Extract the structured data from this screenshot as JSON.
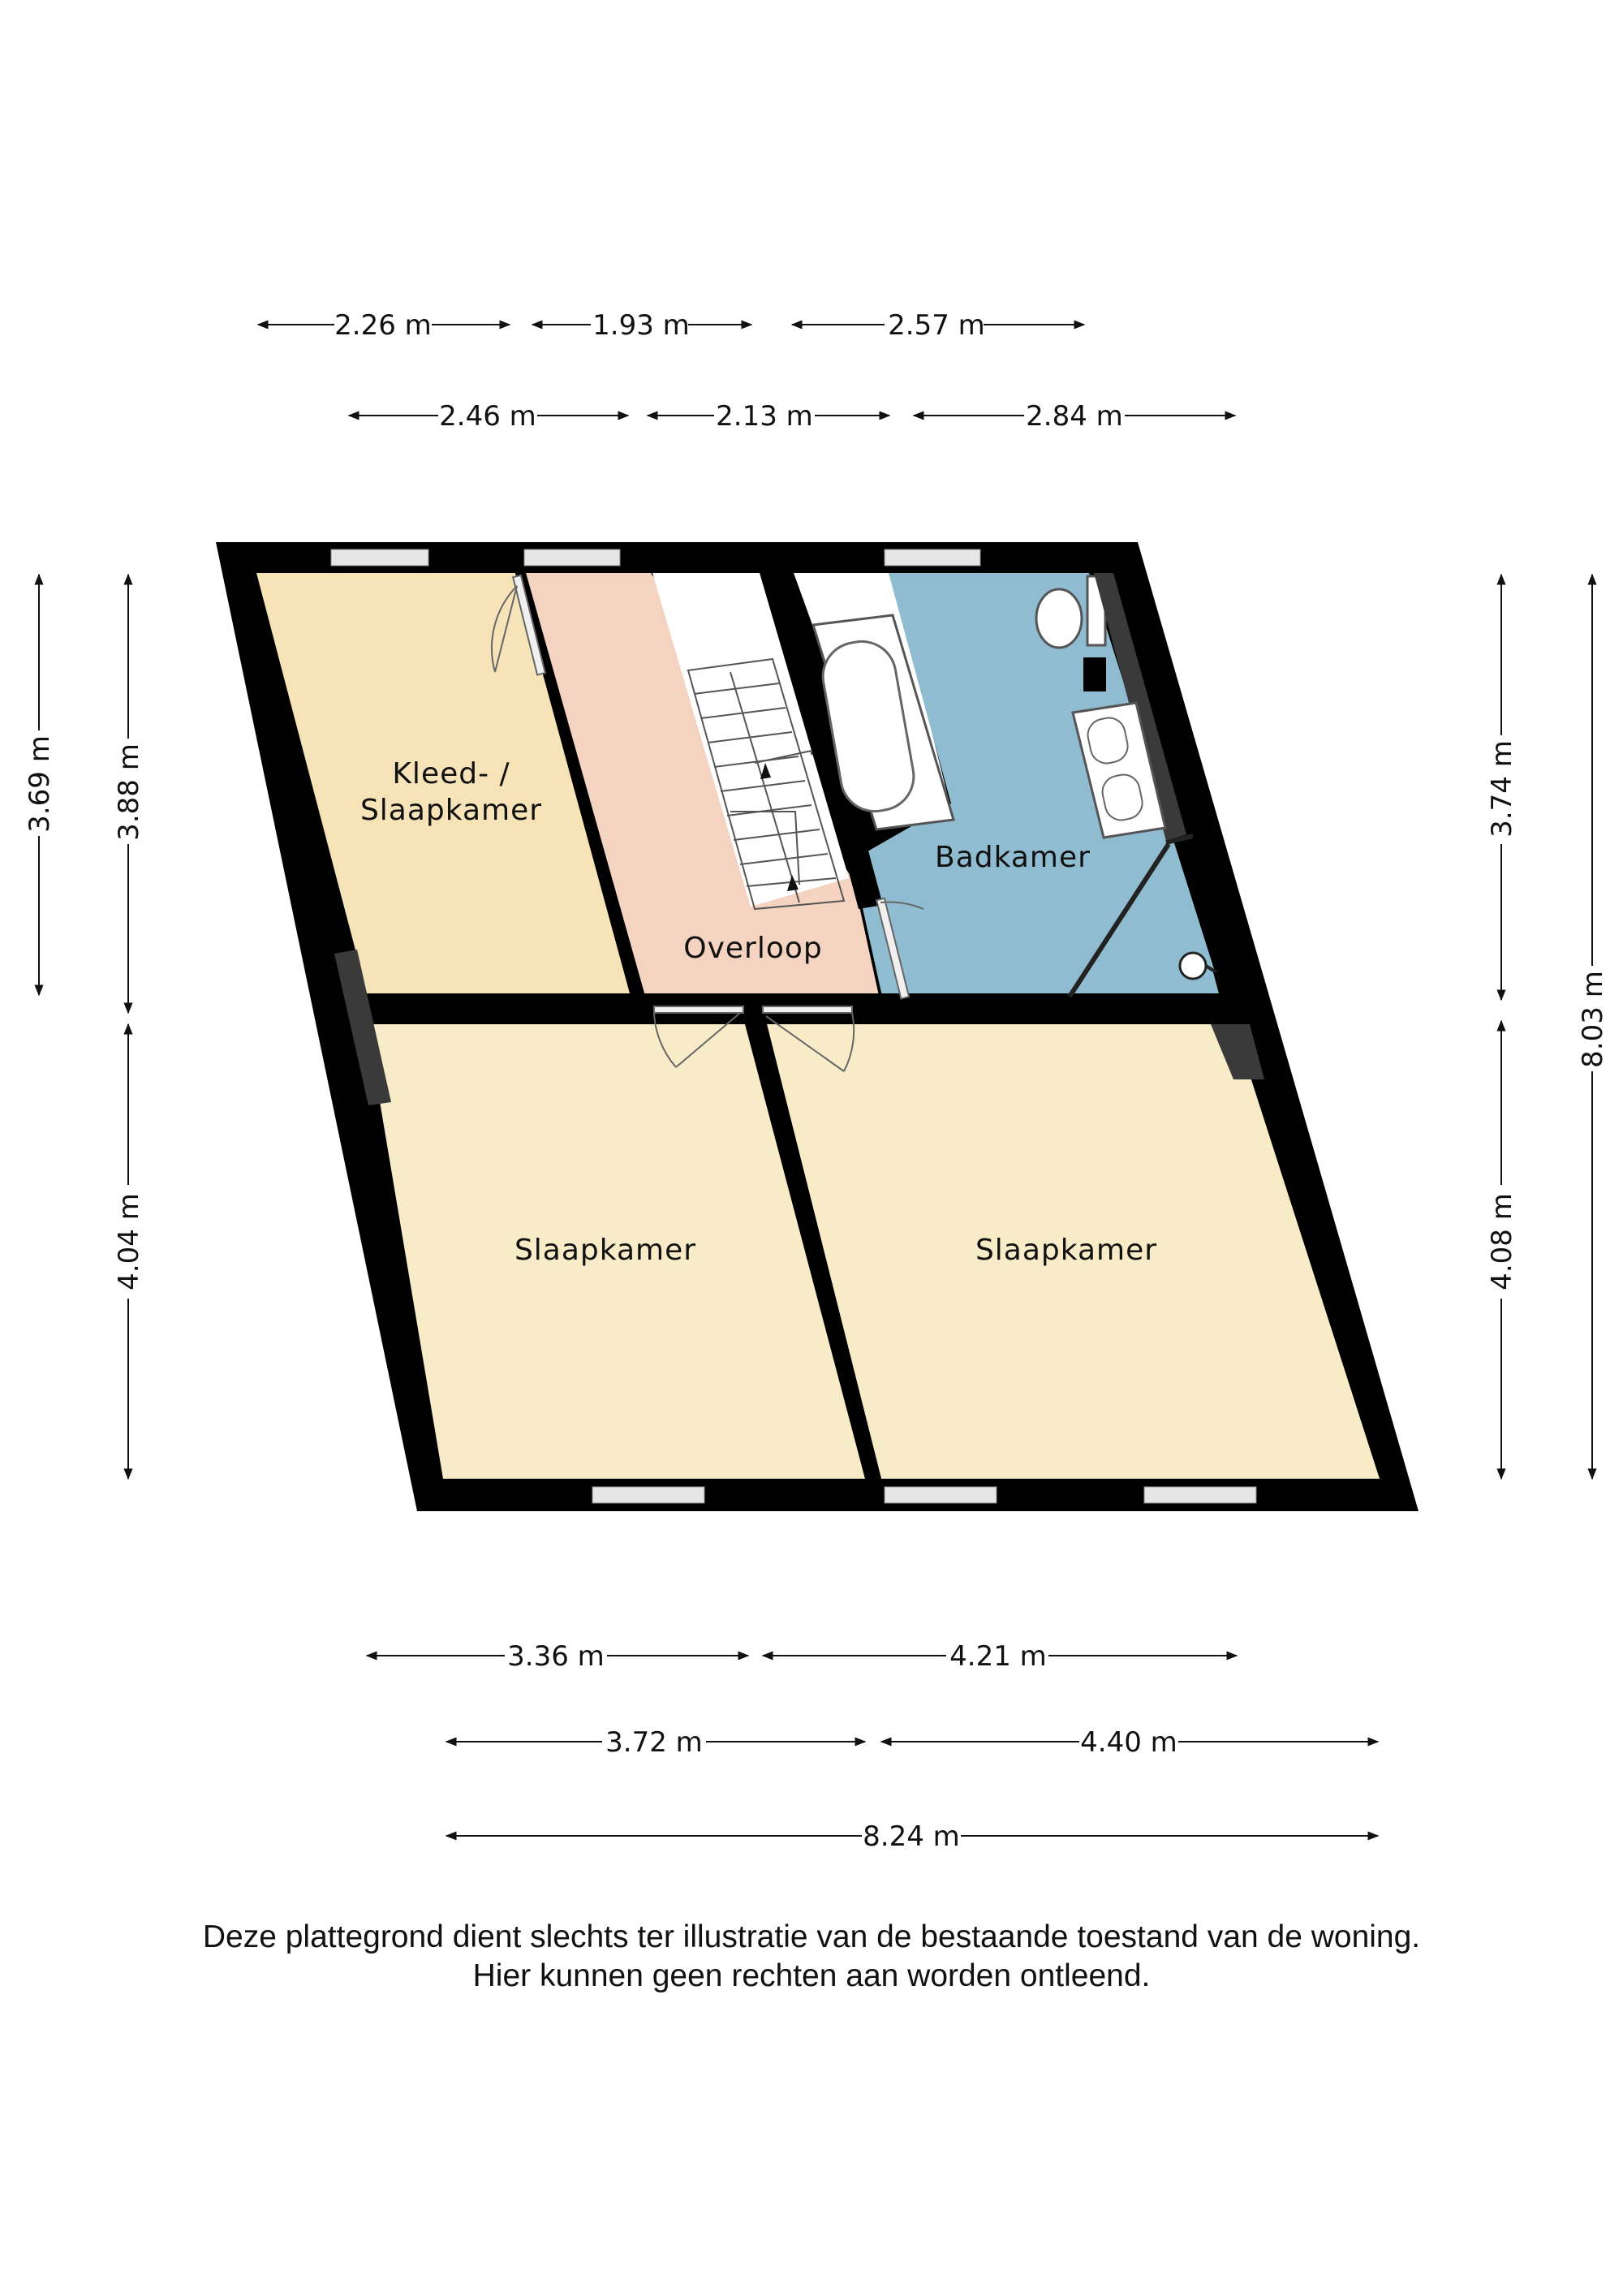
{
  "colors": {
    "wall": "#000000",
    "bedroom": "#f8ecc8",
    "dressing_room": "#f6e3b8",
    "landing": "#f4d3c0",
    "bathroom": "#8fbcd0",
    "window": "#e6e6e6"
  },
  "rooms": [
    {
      "id": "kleed",
      "label_line1": "Kleed- /",
      "label_line2": "Slaapkamer"
    },
    {
      "id": "overloop",
      "label": "Overloop"
    },
    {
      "id": "badkamer",
      "label": "Badkamer"
    },
    {
      "id": "slaap-links",
      "label": "Slaapkamer"
    },
    {
      "id": "slaap-rechts",
      "label": "Slaapkamer"
    }
  ],
  "dimensions": {
    "top_inner": [
      "2.26 m",
      "1.93 m",
      "2.57 m"
    ],
    "top_outer": [
      "2.46 m",
      "2.13 m",
      "2.84 m"
    ],
    "left_inner": [
      "3.69 m"
    ],
    "left_outer": [
      "3.88 m",
      "4.04 m"
    ],
    "right_inner": [
      "3.74 m",
      "4.08 m"
    ],
    "right_total": "8.03 m",
    "bottom_inner": [
      "3.36 m",
      "4.21 m"
    ],
    "bottom_outer": [
      "3.72 m",
      "4.40 m"
    ],
    "bottom_total": "8.24 m"
  },
  "disclaimer": {
    "line1": "Deze plattegrond dient slechts ter illustratie van de bestaande toestand van de woning.",
    "line2": "Hier kunnen geen rechten aan worden ontleend."
  }
}
